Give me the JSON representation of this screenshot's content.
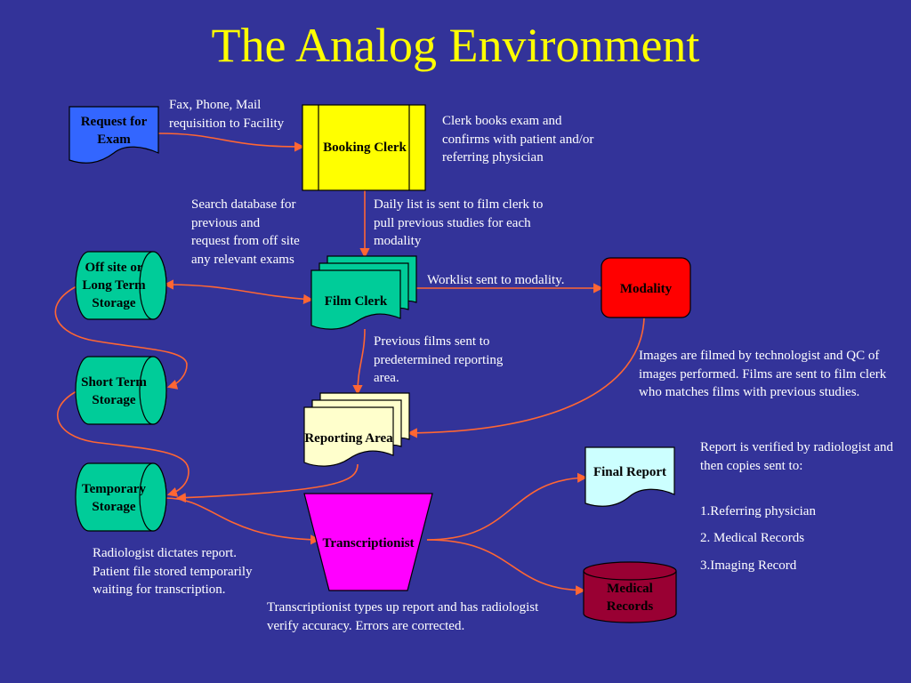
{
  "title": "The Analog Environment",
  "colors": {
    "background": "#333399",
    "title": "#ffff00",
    "connector": "#ff6633",
    "request": "#3366ff",
    "booking": "#ffff00",
    "film_clerk": "#00cc99",
    "modality": "#ff0000",
    "storage": "#00cc99",
    "reporting": "#ffffcc",
    "transcriptionist": "#ff00ff",
    "final_report": "#ccffff",
    "medical_records": "#990033"
  },
  "nodes": {
    "request": "Request for Exam",
    "booking": "Booking Clerk",
    "film_clerk": "Film Clerk",
    "modality": "Modality",
    "offsite": "Off site or Long Term Storage",
    "short_term": "Short Term Storage",
    "temporary": "Temporary Storage",
    "reporting": "Reporting Area",
    "transcriptionist": "Transcriptionist",
    "final_report": "Final Report",
    "medical_records": "Medical Records"
  },
  "notes": {
    "fax": "Fax, Phone, Mail requisition to Facility",
    "clerk_books": "Clerk books exam and confirms with patient and/or referring physician",
    "search_db": "Search database for previous and request from off site any relevant exams",
    "daily_list": "Daily list is sent to film clerk to pull previous studies for each modality",
    "worklist": "Worklist sent to modality.",
    "previous_films": "Previous films sent to predetermined reporting area.",
    "images_filmed": "Images are filmed by technologist and QC of images performed. Films are sent to film clerk who matches films with previous studies.",
    "report_verified": "Report is verified by radiologist and then copies sent to:",
    "copy1": "1.Referring physician",
    "copy2": "2. Medical Records",
    "copy3": "3.Imaging Record",
    "radiologist_dictates": "Radiologist dictates report. Patient file stored temporarily waiting for transcription.",
    "transcriptionist_types": "Transcriptionist types up report and has radiologist verify accuracy. Errors are corrected."
  }
}
